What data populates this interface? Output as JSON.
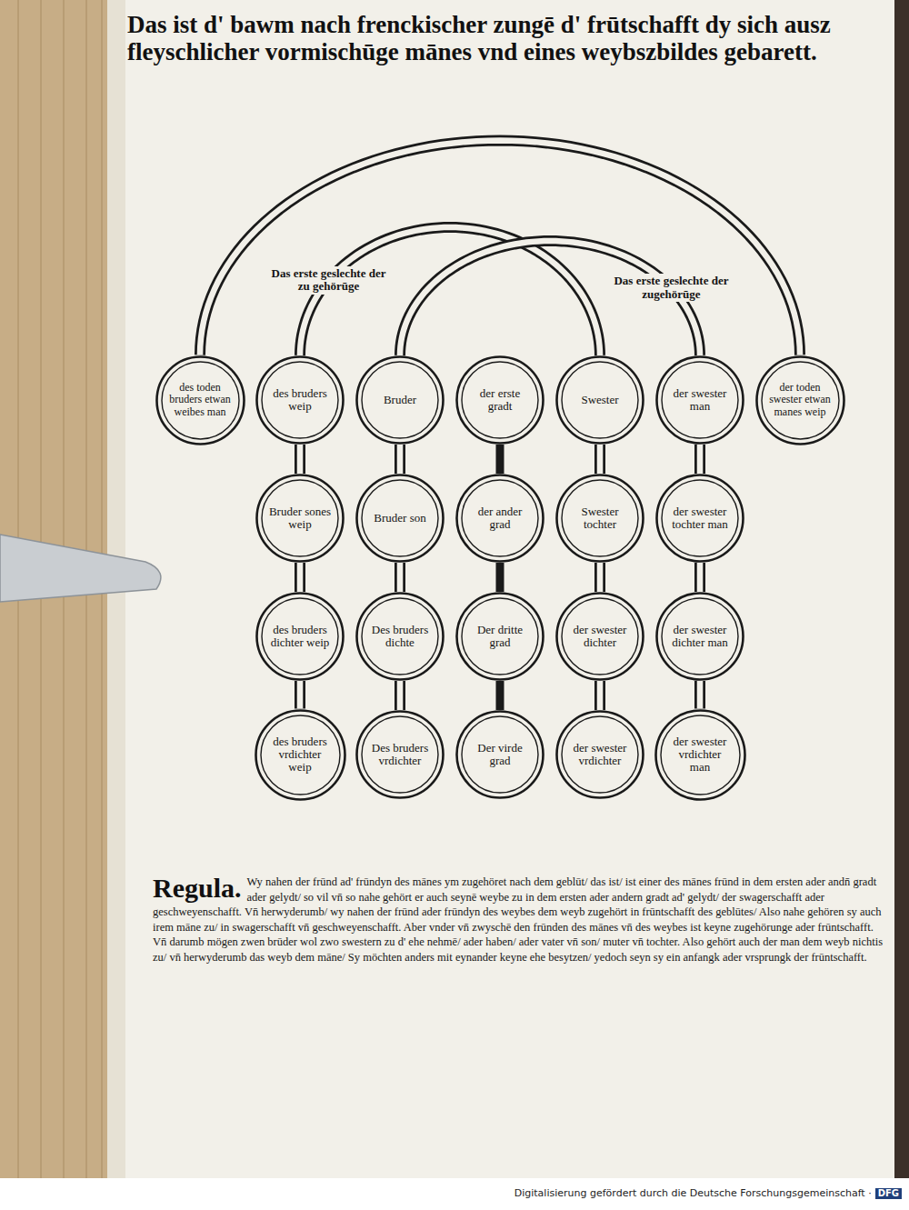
{
  "diagram": {
    "title": "Das ist d' bawm nach frenckischer zungē d' frūtschafft dy sich ausz fleyschlicher vormischūge mānes vnd eines weybszbildes gebarett.",
    "nodes": [
      {
        "text": [
          "des toden bruders etwan weibes man"
        ]
      },
      {
        "text": [
          "des bruders weip"
        ]
      },
      {
        "text": [
          "Bruder"
        ]
      },
      {
        "text": [
          "der erste gradt"
        ]
      },
      {
        "text": [
          "Swester"
        ]
      },
      {
        "text": [
          "der swester man"
        ]
      },
      {
        "text": [
          "der toden swester etwan manes weip"
        ]
      },
      {
        "text": [
          "Bruder sones weip"
        ]
      },
      {
        "text": [
          "Bruder son"
        ]
      },
      {
        "text": [
          "der ander grad"
        ]
      },
      {
        "text": [
          "Swester tochter"
        ]
      },
      {
        "text": [
          "der swester tochter man"
        ]
      },
      {
        "text": [
          "des bruders dichter weip"
        ]
      },
      {
        "text": [
          "Des bruders dichte"
        ]
      },
      {
        "text": [
          "Der dritte grad"
        ]
      },
      {
        "text": [
          "der swester dichter"
        ]
      },
      {
        "text": [
          "der swester dichter man"
        ]
      },
      {
        "text": [
          "des bruders vrdichter weip"
        ]
      },
      {
        "text": [
          "Des bruders vrdichter"
        ]
      },
      {
        "text": [
          "Der virde grad"
        ]
      },
      {
        "text": [
          "der swester vrdichter"
        ]
      },
      {
        "text": [
          "der swester vrdichter man"
        ]
      }
    ],
    "edges": [
      {
        "from": 0,
        "to": 6,
        "arrow": "none"
      },
      {
        "from": 1,
        "to": 4,
        "label": "Das erste geslechte der zu gehörūge",
        "arrow": "none"
      },
      {
        "from": 2,
        "to": 5,
        "label": "Das erste geslechte der zugehörūge",
        "arrow": "none"
      },
      {
        "from": 1,
        "to": 7,
        "arrow": "none"
      },
      {
        "from": 7,
        "to": 12,
        "arrow": "none"
      },
      {
        "from": 12,
        "to": 17,
        "arrow": "none"
      },
      {
        "from": 2,
        "to": 8,
        "arrow": "none"
      },
      {
        "from": 8,
        "to": 13,
        "arrow": "none"
      },
      {
        "from": 13,
        "to": 18,
        "arrow": "none"
      },
      {
        "from": 3,
        "to": 9,
        "arrow": "none"
      },
      {
        "from": 9,
        "to": 14,
        "arrow": "none"
      },
      {
        "from": 14,
        "to": 19,
        "arrow": "none"
      },
      {
        "from": 4,
        "to": 10,
        "arrow": "none"
      },
      {
        "from": 10,
        "to": 15,
        "arrow": "none"
      },
      {
        "from": 15,
        "to": 20,
        "arrow": "none"
      },
      {
        "from": 5,
        "to": 11,
        "arrow": "none"
      },
      {
        "from": 11,
        "to": 16,
        "arrow": "none"
      },
      {
        "from": 16,
        "to": 21,
        "arrow": "none"
      }
    ],
    "labels": [
      "Regula.",
      "Wy nahen der frūnd ad' frūndyn des mānes ym zugehöret nach dem geblūt/ das ist/ ist einer des mānes frūnd in dem ersten ader andn̄ gradt ader gelydt/ so vil vn̄ so nahe gehört er auch seynē weybe zu in dem ersten ader andern gradt ad' gelydt/ der swagerschafft ader geschweyenschafft. Vn̄ herwyderumb/ wy nahen der frūnd ader frūndyn des weybes dem weyb zugehört in frūntschafft des geblūtes/ Also nahe gehören sy auch irem māne zu/ in swagerschafft vn̄ geschweyenschafft. Aber vnder vn̄ zwyschē den frūnden des mānes vn̄ des weybes ist keyne zugehörunge ader frūntschafft. Vn̄ darumb mögen zwen brūder wol zwo swestern zu d' ehe nehmē/ ader haben/ ader vater vn̄ son/ muter vn̄ tochter. Also gehört auch der man dem weyb nichtis zu/ vn̄ herwyderumb das weyb dem māne/ Sy möchten anders mit eynander keyne ehe besytzen/ yedoch seyn sy ein anfangk ader vrsprungk der frūntschafft.",
      "Digitalisierung gefördert durch die Deutsche Forschungsgemeinschaft ·",
      "DFG"
    ]
  }
}
